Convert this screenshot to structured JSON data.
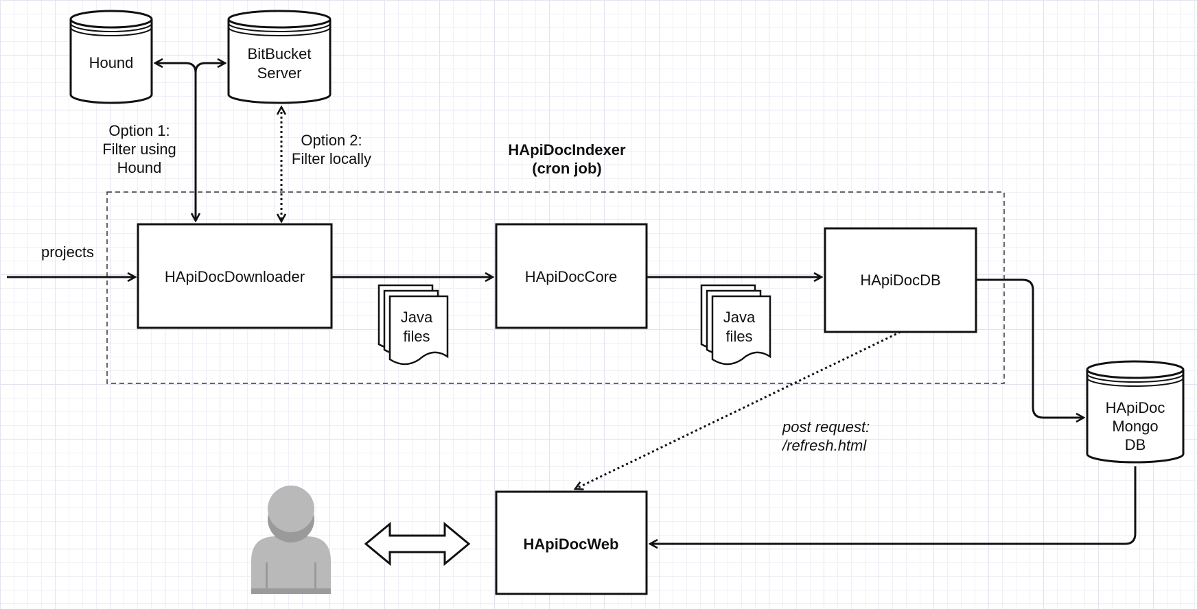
{
  "diagram": {
    "nodes": {
      "hound": "Hound",
      "bitbucket_line1": "BitBucket",
      "bitbucket_line2": "Server",
      "downloader": "HApiDocDownloader",
      "core": "HApiDocCore",
      "db": "HApiDocDB",
      "mongo_line1": "HApiDoc",
      "mongo_line2": "Mongo",
      "mongo_line3": "DB",
      "web": "HApiDocWeb"
    },
    "files_1": {
      "line1": "Java",
      "line2": "files"
    },
    "files_2": {
      "line1": "Java",
      "line2": "files"
    },
    "group": {
      "line1": "HApiDocIndexer",
      "line2": "(cron job)"
    },
    "labels": {
      "projects": "projects",
      "option1_line1": "Option 1:",
      "option1_line2": "Filter using",
      "option1_line3": "Hound",
      "option2_line1": "Option 2:",
      "option2_line2": "Filter locally",
      "post_line1": "post request:",
      "post_line2": "/refresh.html"
    },
    "icons": {
      "user": "user-icon",
      "bidirectional_arrow": "double-arrow-icon"
    },
    "colors": {
      "stroke": "#111111",
      "user_fill": "#b9b9b9",
      "user_shadow": "#9a9a9a",
      "grid": "#e3e3ee"
    }
  }
}
